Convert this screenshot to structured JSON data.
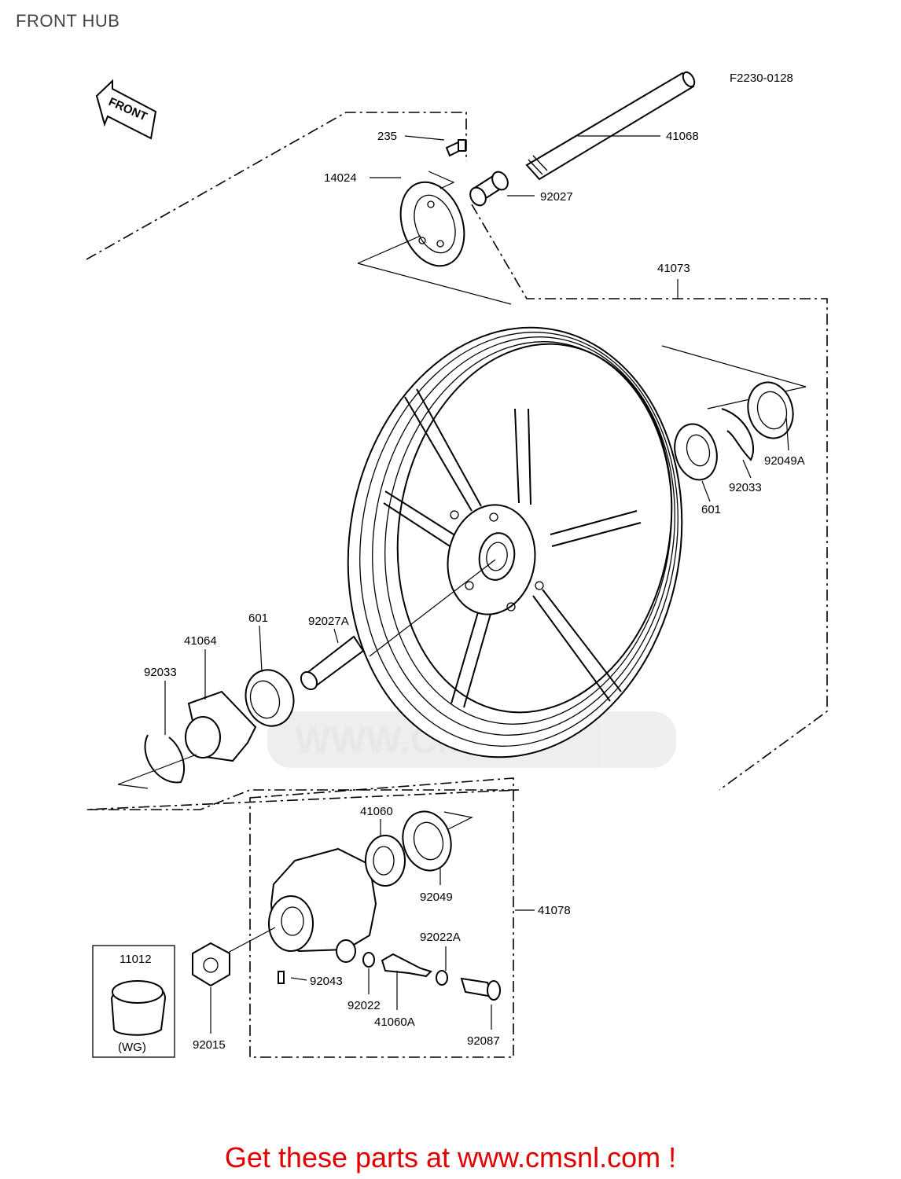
{
  "page": {
    "title": "FRONT HUB"
  },
  "diagram": {
    "code": "F2230-0128",
    "direction_arrow": "FRONT",
    "watermark": "WWW.CMSNL",
    "parts": {
      "p235": "235",
      "p14024": "14024",
      "p41068": "41068",
      "p92027": "92027",
      "p41073": "41073",
      "p92049A": "92049A",
      "p92033_r": "92033",
      "p601_r": "601",
      "p92027A": "92027A",
      "p601_l": "601",
      "p41064": "41064",
      "p92033_l": "92033",
      "p41060": "41060",
      "p92049": "92049",
      "p41078": "41078",
      "p92022A": "92022A",
      "p92043": "92043",
      "p92022": "92022",
      "p41060A": "41060A",
      "p92087": "92087",
      "p92015": "92015",
      "p11012": "11012",
      "wg": "(WG)"
    }
  },
  "footer": {
    "cta": "Get these parts at www.cmsnl.com !"
  }
}
